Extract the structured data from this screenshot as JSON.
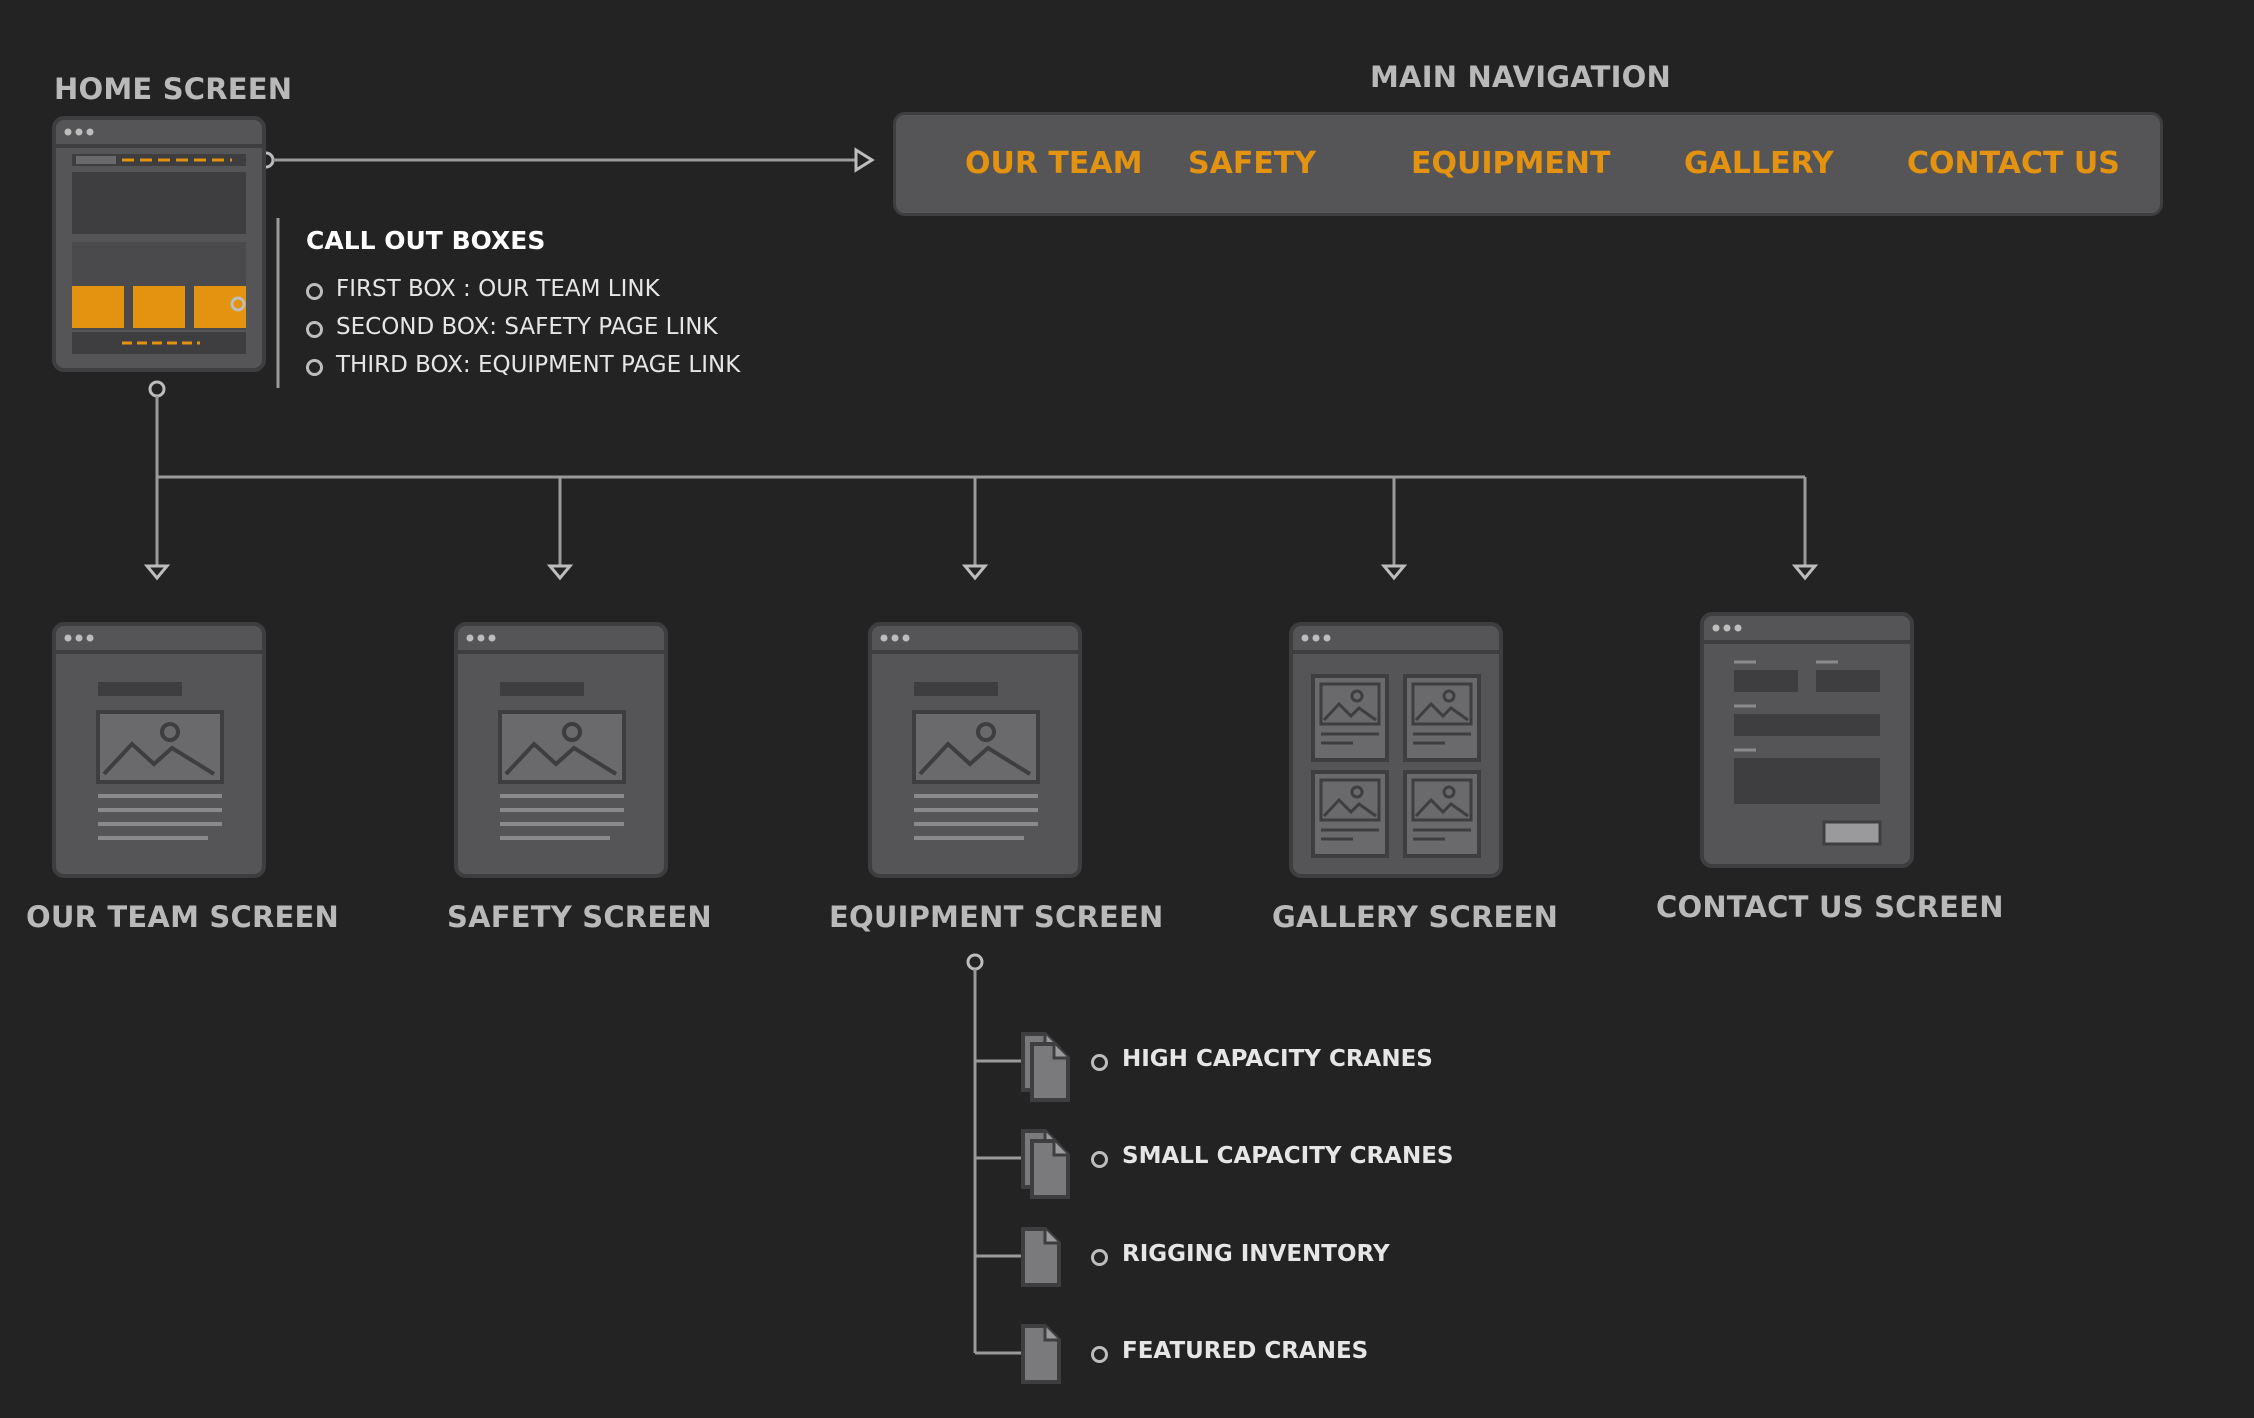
{
  "colors": {
    "background": "#232323",
    "accent": "#e3930f",
    "frame": "#555557",
    "frame_border": "#3e3e40",
    "line": "#9a9a9a",
    "label": "#b9b9b9"
  },
  "home": {
    "title": "HOME SCREEN"
  },
  "callouts": {
    "title": "CALL OUT BOXES",
    "items": [
      "FIRST BOX : OUR TEAM LINK",
      "SECOND BOX: SAFETY PAGE LINK",
      "THIRD BOX: EQUIPMENT PAGE LINK"
    ]
  },
  "navigation": {
    "title": "MAIN NAVIGATION",
    "items": [
      "OUR TEAM",
      "SAFETY",
      "EQUIPMENT",
      "GALLERY",
      "CONTACT US"
    ]
  },
  "screens": [
    {
      "label": "OUR TEAM SCREEN",
      "type": "content"
    },
    {
      "label": "SAFETY SCREEN",
      "type": "content"
    },
    {
      "label": "EQUIPMENT SCREEN",
      "type": "content"
    },
    {
      "label": "GALLERY SCREEN",
      "type": "gallery"
    },
    {
      "label": "CONTACT US SCREEN",
      "type": "form"
    }
  ],
  "equipment_subpages": [
    {
      "label": "HIGH CAPACITY CRANES",
      "icon": "documents-icon"
    },
    {
      "label": "SMALL CAPACITY CRANES",
      "icon": "documents-icon"
    },
    {
      "label": "RIGGING INVENTORY",
      "icon": "document-icon"
    },
    {
      "label": "FEATURED CRANES",
      "icon": "document-icon"
    }
  ]
}
